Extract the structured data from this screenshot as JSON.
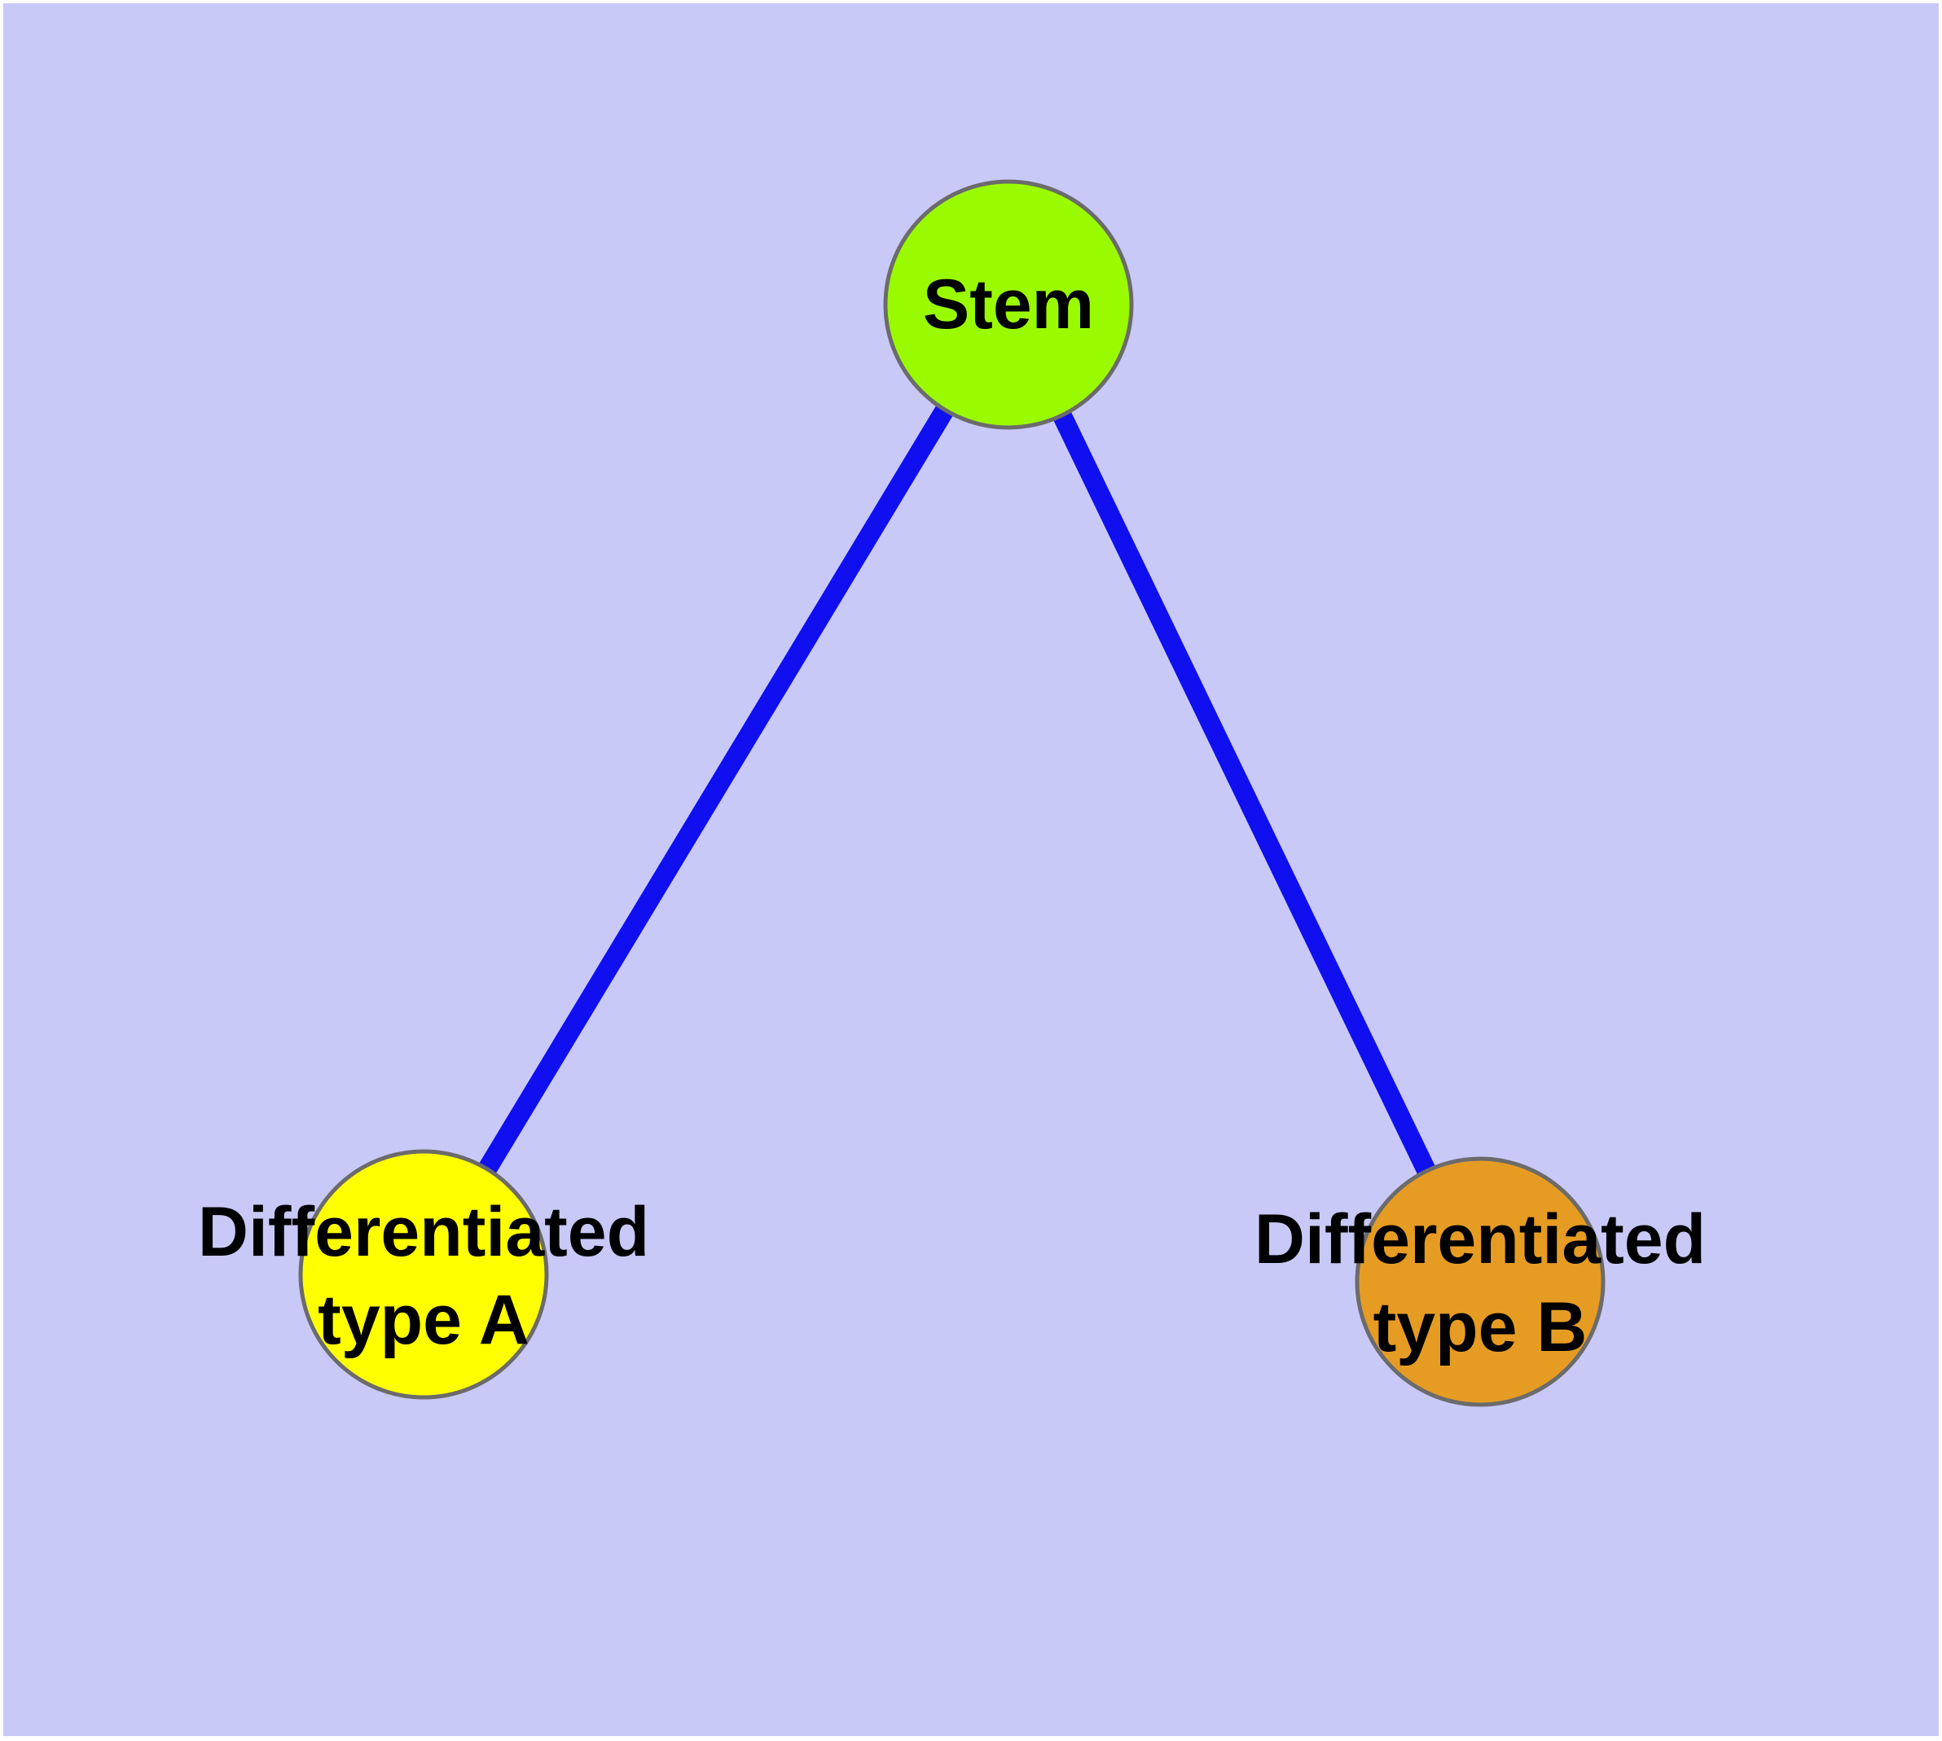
{
  "diagram": {
    "type": "graph",
    "background_color": "#C9C9F8",
    "page_margin_color": "#FFFFFF",
    "nodes": [
      {
        "id": "stem",
        "label": "Stem",
        "fill": "#9AFB00",
        "border": "#6B6B6B"
      },
      {
        "id": "differentiated_type_a",
        "label": "Differentiated type A",
        "line1": "Differentiated",
        "line2": "type A",
        "fill": "#FFFF00",
        "border": "#6B6B6B"
      },
      {
        "id": "differentiated_type_b",
        "label": "Differentiated type B",
        "line1": "Differentiated",
        "line2": "type B",
        "fill": "#E69C23",
        "border": "#6B6B6B"
      }
    ],
    "edges": [
      {
        "from": "stem",
        "to": "differentiated_type_a",
        "color": "#0F0FEF"
      },
      {
        "from": "stem",
        "to": "differentiated_type_b",
        "color": "#0F0FEF"
      }
    ]
  }
}
